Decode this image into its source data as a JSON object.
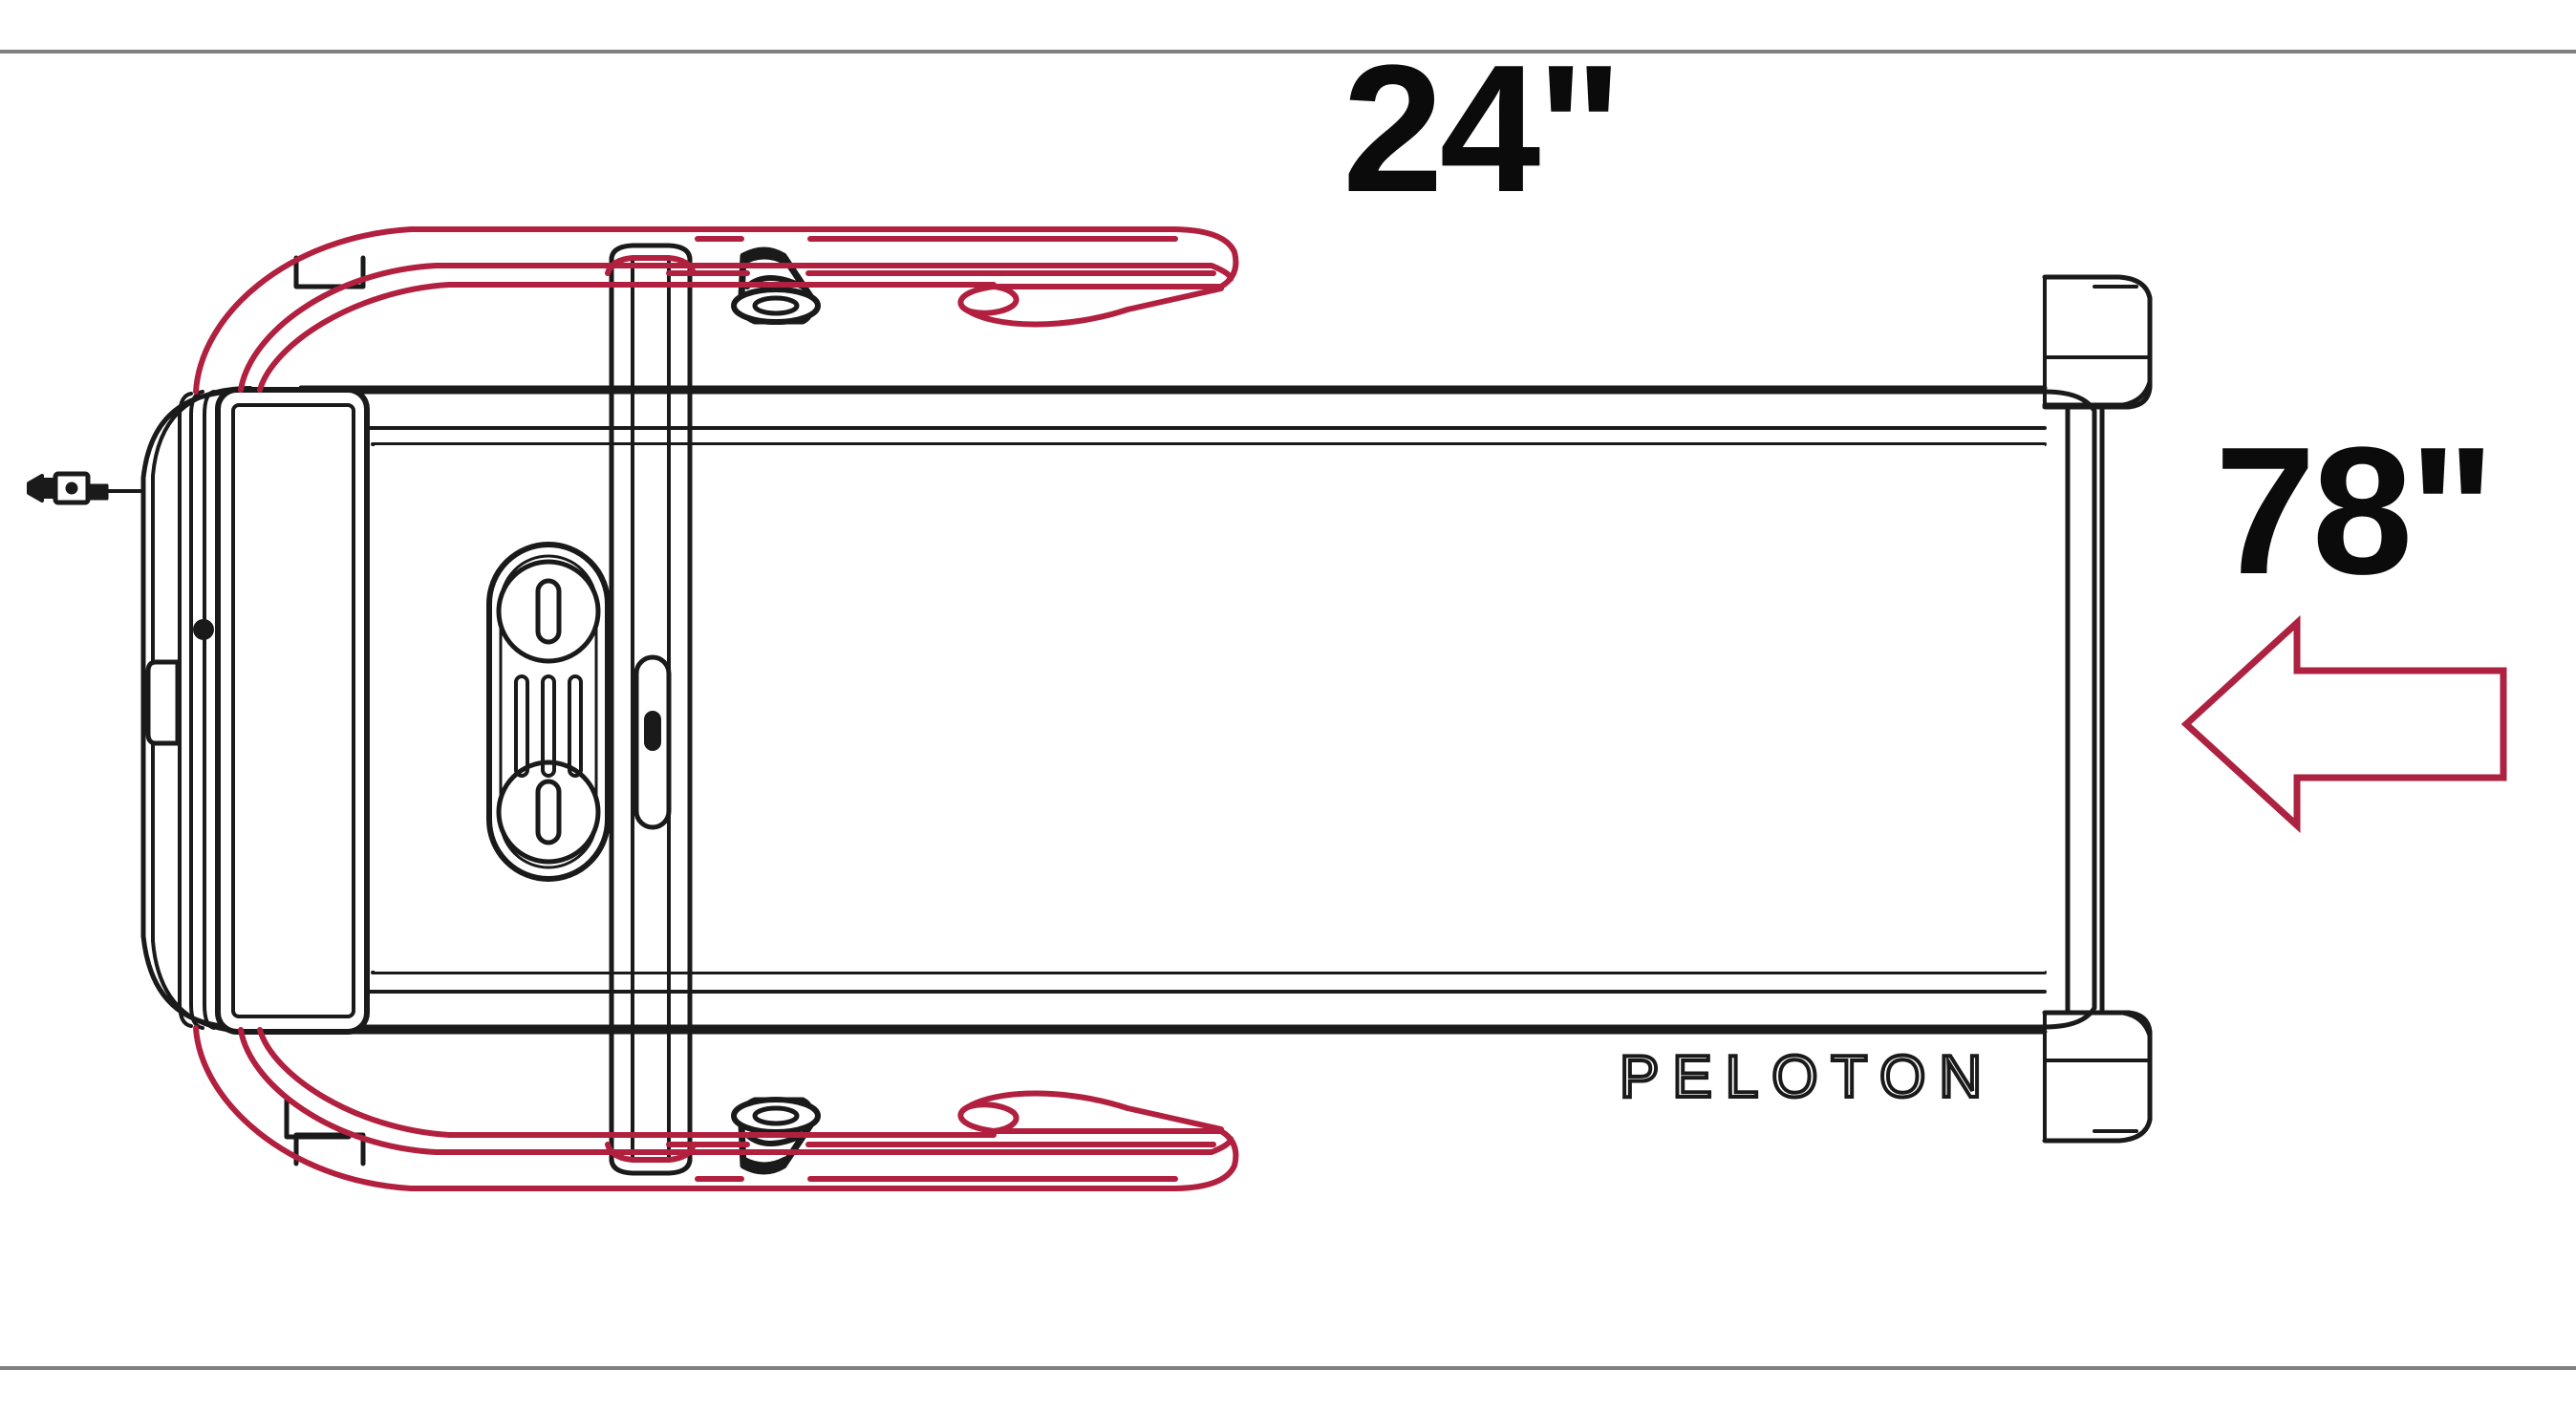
{
  "document": {
    "kind": "product-dimension-diagram",
    "subject": "Peloton Tread treadmill top-view footprint",
    "brand_text": "PELOTON",
    "background_color": "#ffffff"
  },
  "rules": {
    "top_rule_label": "top-divider",
    "bottom_rule_label": "bottom-divider",
    "color": "#808080"
  },
  "dimensions": {
    "width_label": "24\"",
    "length_label": "78\"",
    "width_value": 24,
    "length_value": 78,
    "unit": "inches"
  },
  "direction_arrow": {
    "name": "length-direction-arrow",
    "points": "left",
    "color": "#AC2240",
    "filled": false
  },
  "highlight": {
    "name": "handrail-highlight",
    "color": "#B2203F",
    "description": "red outlined handrail overlay"
  },
  "linework": {
    "color": "#1a1a1a",
    "description": "black technical line art of treadmill deck, console, rails and roller caps"
  },
  "parts": {
    "console_screen": "console-touchscreen",
    "power_cable": "power-cable-plug",
    "speaker_pod": "speaker-control-pod",
    "front_roller_cap_top": "handlebar-mount-cap-top",
    "front_roller_cap_bottom": "handlebar-mount-cap-bottom",
    "rear_roller_cover": "rear-roller-cover",
    "belt_deck": "running-belt-deck",
    "side_button": "console-side-button"
  }
}
